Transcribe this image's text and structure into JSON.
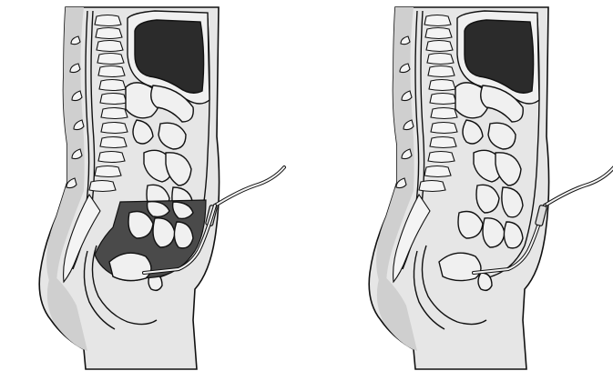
{
  "figure": {
    "panels": [
      {
        "id": "left",
        "abdominal_fluid": "present"
      },
      {
        "id": "right",
        "abdominal_fluid": "absent"
      }
    ]
  },
  "colors": {
    "background": "#ffffff",
    "body_fill": "#e6e6e6",
    "body_shade": "#cfcfcf",
    "outline": "#111111",
    "bone_fill": "#f4f4f4",
    "fluid_fill": "#4a4a4a",
    "stomach_fill": "#2b2b2b",
    "organ_fill": "#f0f0f0"
  }
}
